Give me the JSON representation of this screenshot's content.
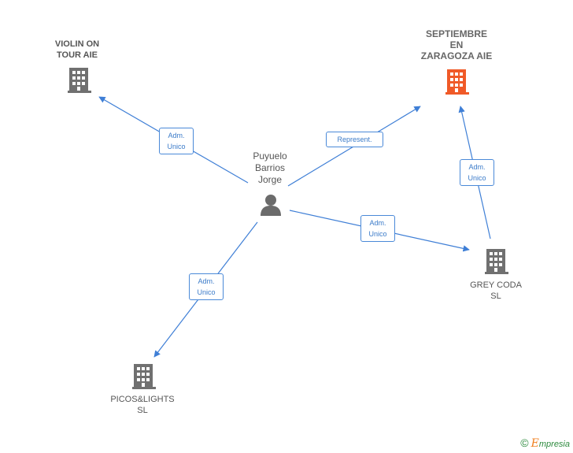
{
  "colors": {
    "edge": "#3f7fd6",
    "building": "#707070",
    "building_highlight": "#f05a28",
    "person": "#6b6b6b"
  },
  "nodes": {
    "violin": {
      "line1": "VIOLIN ON",
      "line2": "TOUR  AIE"
    },
    "septiembre": {
      "line1": "SEPTIEMBRE",
      "line2": "EN",
      "line3": "ZARAGOZA AIE"
    },
    "person": {
      "line1": "Puyuelo",
      "line2": "Barrios",
      "line3": "Jorge"
    },
    "grey": {
      "line1": "GREY CODA",
      "line2": "SL"
    },
    "picos": {
      "line1": "PICOS&LIGHTS",
      "line2": "SL"
    }
  },
  "edges": {
    "violin": {
      "line1": "Adm.",
      "line2": "Unico"
    },
    "septiembre": {
      "line1": "Represent."
    },
    "grey_sept": {
      "line1": "Adm.",
      "line2": "Unico"
    },
    "grey": {
      "line1": "Adm.",
      "line2": "Unico"
    },
    "picos": {
      "line1": "Adm.",
      "line2": "Unico"
    }
  },
  "footer": {
    "copyright": "©",
    "brand_initial": "E",
    "brand_rest": "mpresia"
  }
}
